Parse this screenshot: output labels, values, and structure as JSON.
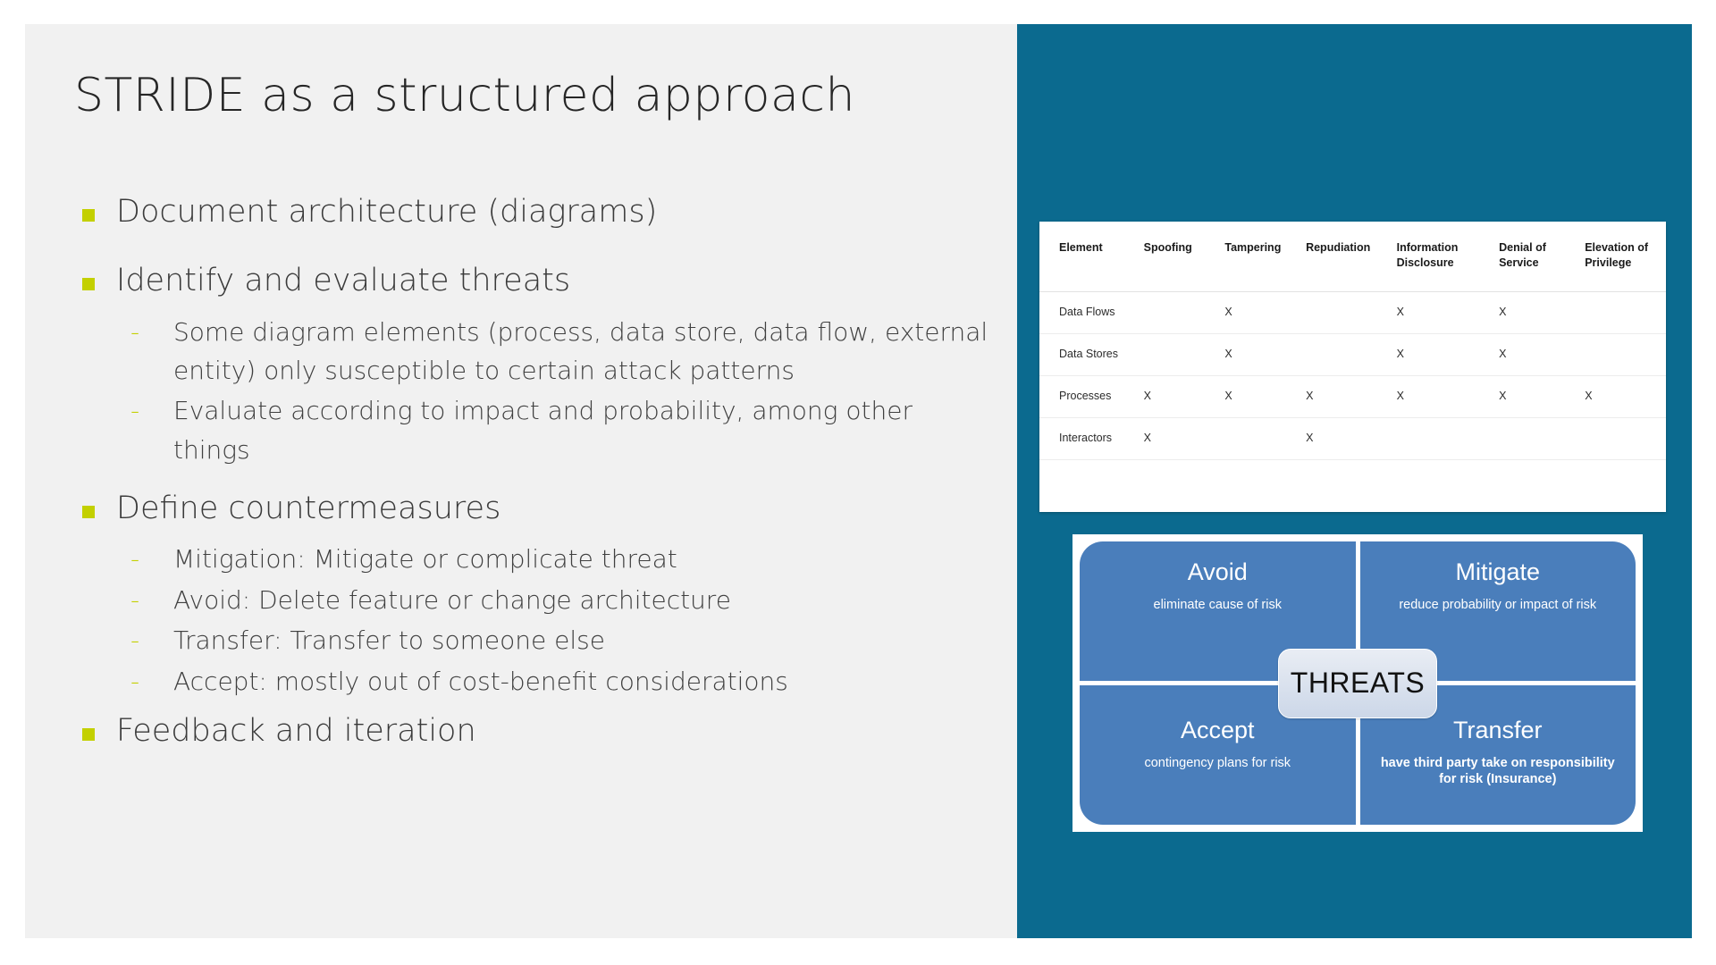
{
  "slide": {
    "title": "STRIDE as a structured approach",
    "accent_color": "#c3d000",
    "panel_color": "#0b6a8f",
    "left_bg": "#f1f1f1"
  },
  "bullets": [
    {
      "level": 1,
      "text": "Document architecture (diagrams)"
    },
    {
      "level": 1,
      "text": "Identify and evaluate threats"
    },
    {
      "level": 2,
      "text": "Some diagram elements (process, data store, data flow, external entity) only susceptible to certain attack patterns"
    },
    {
      "level": 2,
      "text": "Evaluate according to impact and probability, among other things"
    },
    {
      "level": 1,
      "text": "Define countermeasures"
    },
    {
      "level": 2,
      "text": "Mitigation: Mitigate or complicate threat"
    },
    {
      "level": 2,
      "text": "Avoid: Delete feature or change architecture"
    },
    {
      "level": 2,
      "text": "Transfer: Transfer to someone else"
    },
    {
      "level": 2,
      "text": "Accept: mostly out of cost-benefit considerations"
    },
    {
      "level": 1,
      "text": "Feedback and iteration"
    }
  ],
  "stride_table": {
    "headers": [
      "Element",
      "Spoofing",
      "Tampering",
      "Repudiation",
      "Information Disclosure",
      "Denial of Service",
      "Elevation of Privilege"
    ],
    "mark": "X",
    "rows": [
      {
        "element": "Data Flows",
        "cells": [
          "",
          "X",
          "",
          "X",
          "X",
          ""
        ]
      },
      {
        "element": "Data Stores",
        "cells": [
          "",
          "X",
          "",
          "X",
          "X",
          ""
        ]
      },
      {
        "element": "Processes",
        "cells": [
          "X",
          "X",
          "X",
          "X",
          "X",
          "X"
        ]
      },
      {
        "element": "Interactors",
        "cells": [
          "X",
          "",
          "X",
          "",
          "",
          ""
        ]
      }
    ]
  },
  "risk_quadrant": {
    "center_label": "THREATS",
    "quadrants": [
      {
        "title": "Avoid",
        "subtitle": "eliminate cause of risk"
      },
      {
        "title": "Mitigate",
        "subtitle": "reduce probability or impact of risk"
      },
      {
        "title": "Accept",
        "subtitle": "contingency plans for risk"
      },
      {
        "title": "Transfer",
        "subtitle": "have third party take on responsibility for risk (Insurance)"
      }
    ]
  }
}
